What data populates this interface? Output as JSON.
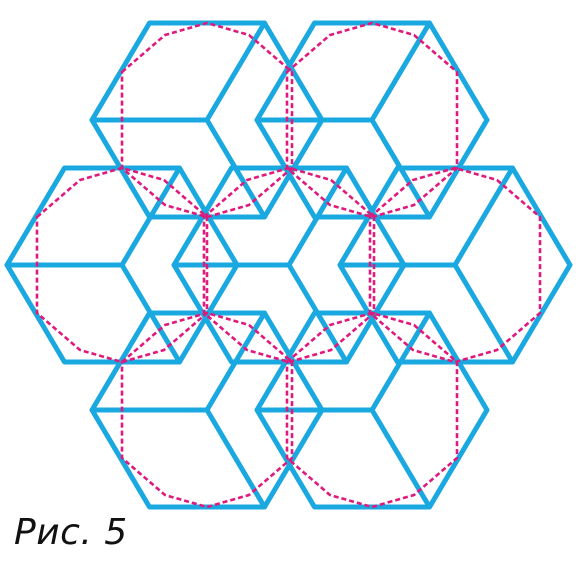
{
  "caption": "Рис. 5",
  "colors": {
    "hexagon_outline": "#1aa8e0",
    "octagon_dashed": "#e0197d",
    "caption_text": "#111111",
    "background": "#ffffff"
  },
  "figure": {
    "hexagon_count": 7,
    "dashed_octagon_count": 7
  }
}
